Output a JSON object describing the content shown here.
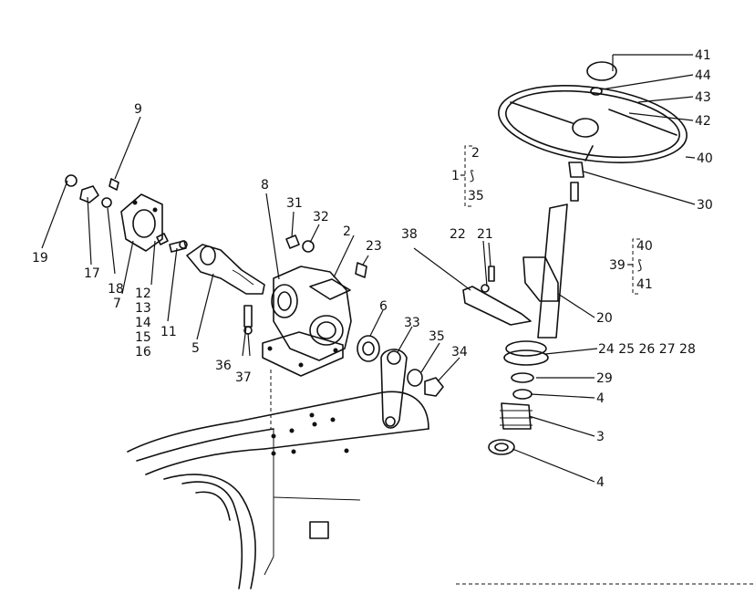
{
  "labels": {
    "l1": "1",
    "l2": "2",
    "l2b": "2",
    "l3": "3",
    "l4a": "4",
    "l4b": "4",
    "l5": "5",
    "l6": "6",
    "l7": "7",
    "l8": "8",
    "l9": "9",
    "l11": "11",
    "l12": "12",
    "l13": "13",
    "l14": "14",
    "l15": "15",
    "l16": "16",
    "l17": "17",
    "l18": "18",
    "l19": "19",
    "l20": "20",
    "l21": "21",
    "l22": "22",
    "l23": "23",
    "l24_28": "24 25 26 27 28",
    "l29": "29",
    "l30": "30",
    "l31": "31",
    "l32": "32",
    "l33": "33",
    "l34": "34",
    "l35": "35",
    "l35b": "35",
    "l36": "36",
    "l37": "37",
    "l38": "38",
    "l39": "39",
    "l40": "40",
    "l40b": "40",
    "l41": "41",
    "l41b": "41",
    "l42": "42",
    "l43": "43",
    "l44": "44",
    "range_mark": "⟆"
  }
}
